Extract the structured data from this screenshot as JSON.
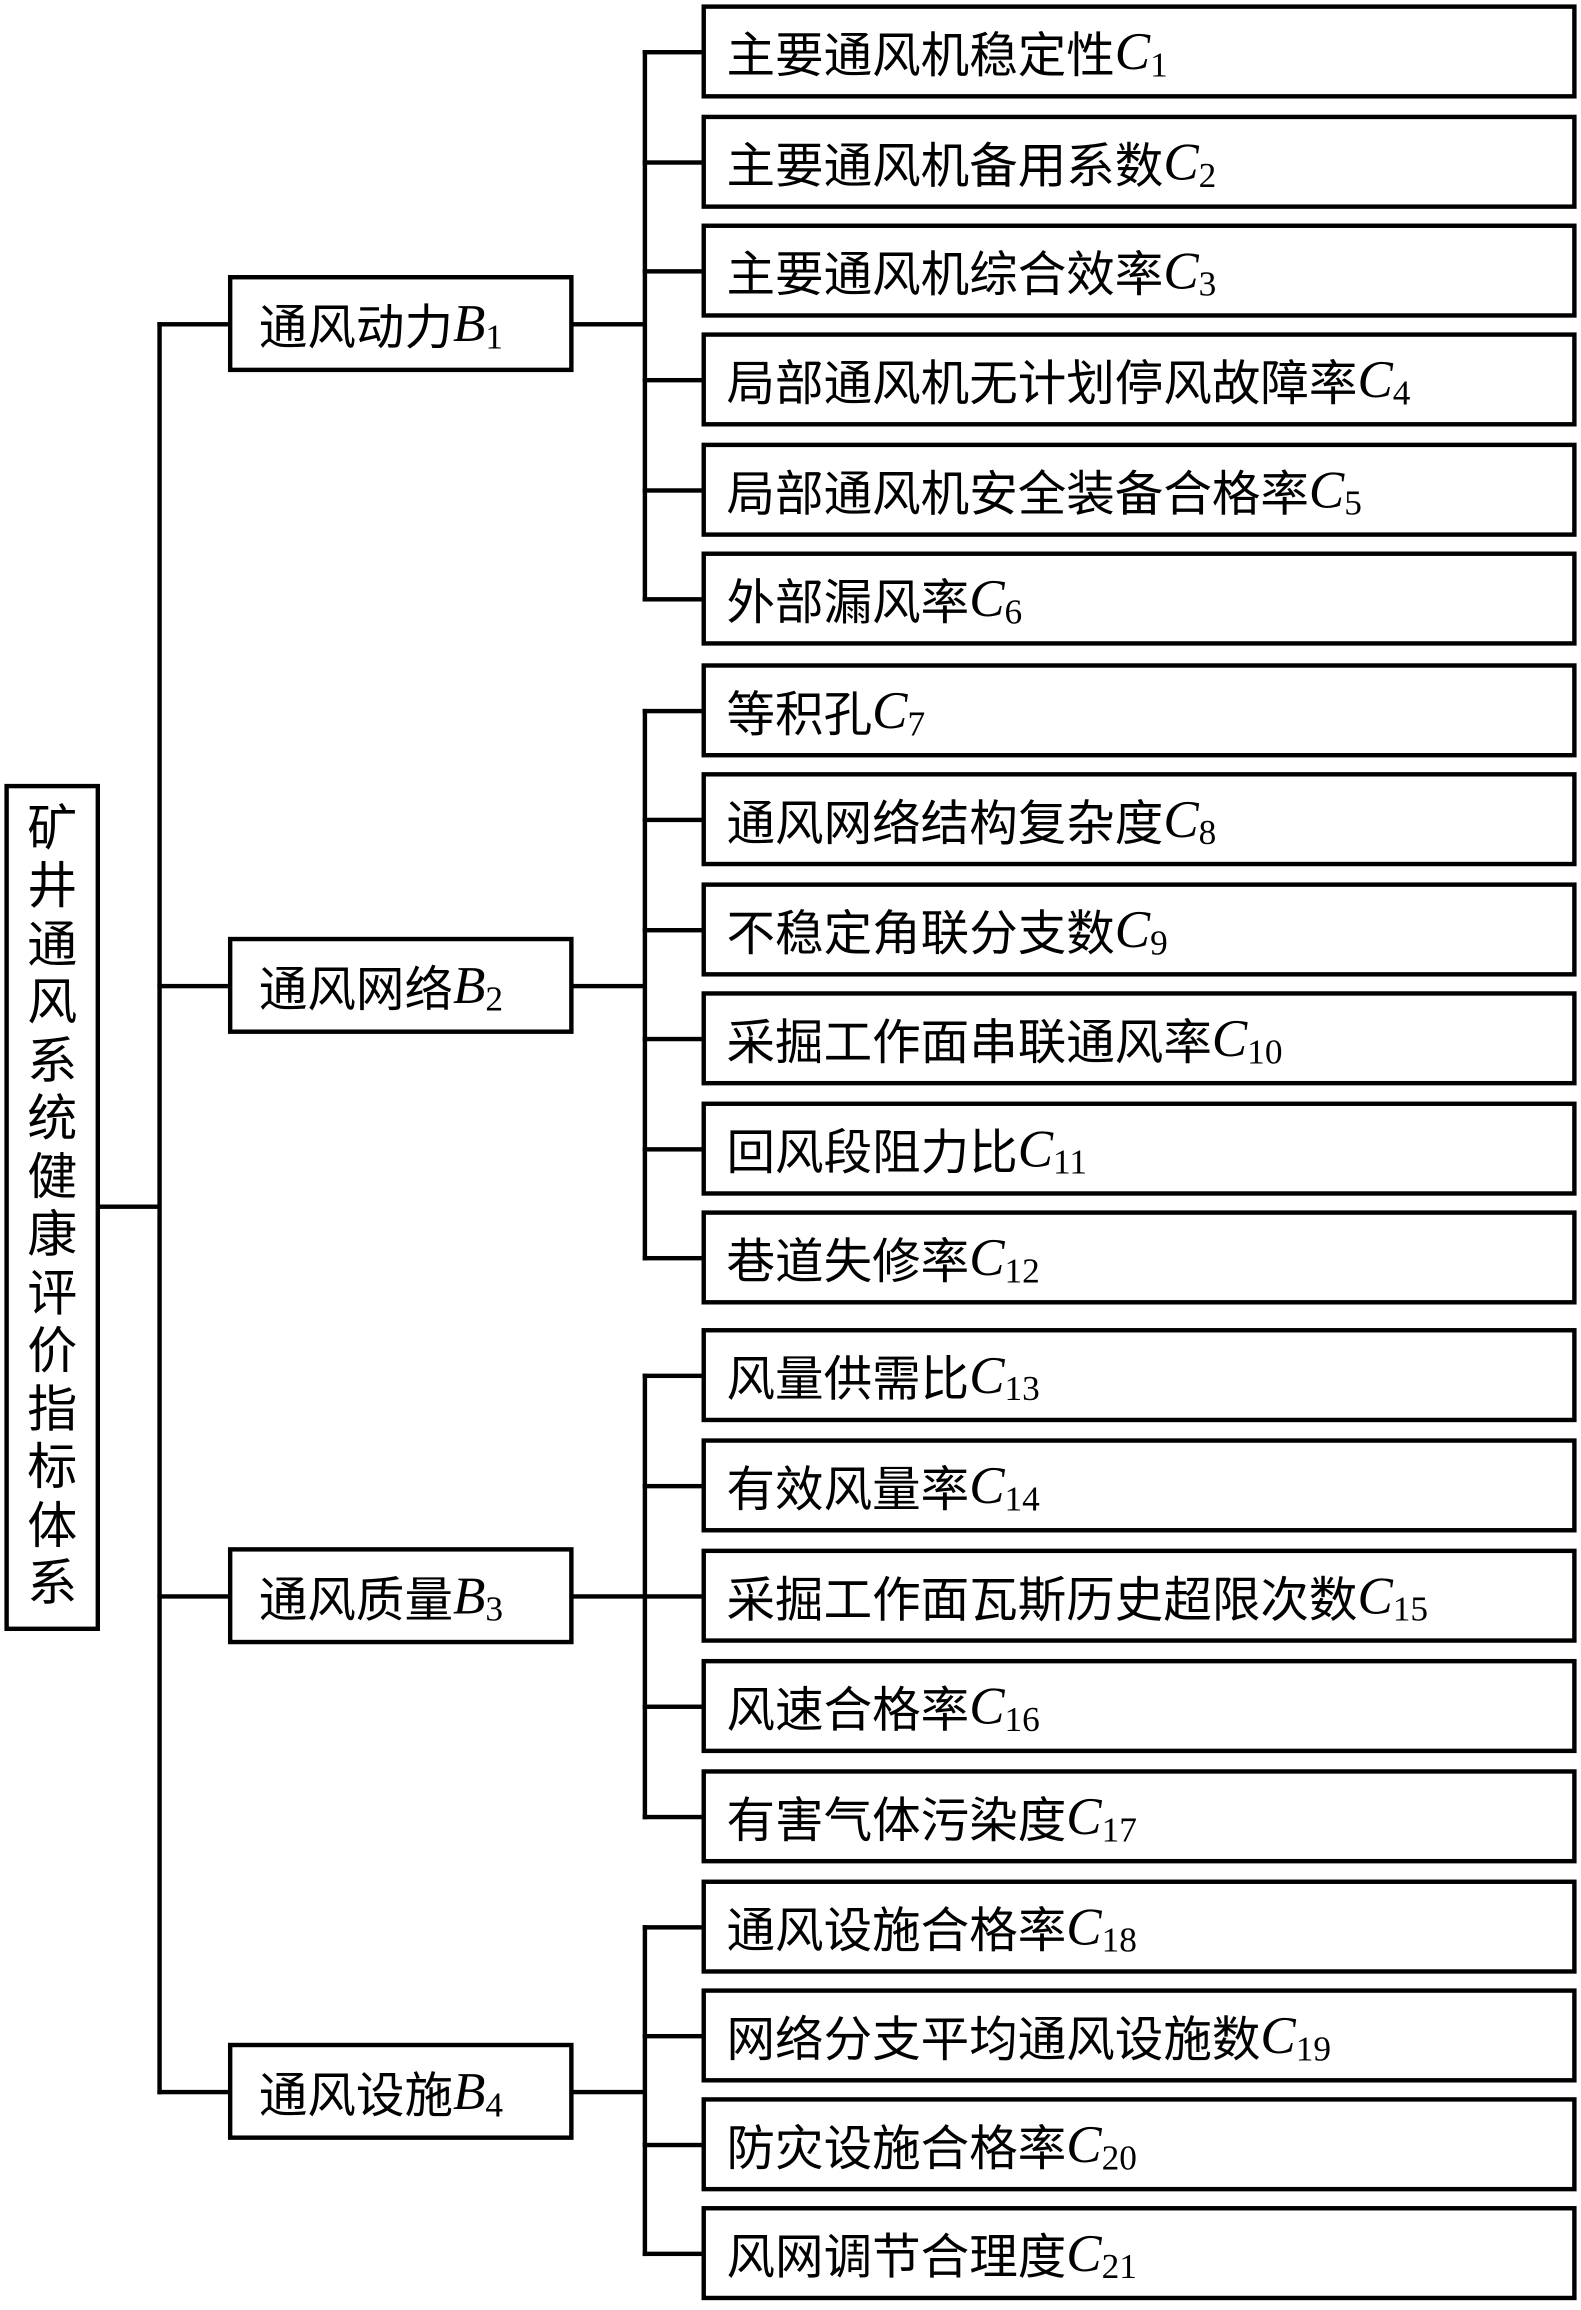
{
  "root": {
    "label": "矿井通风系统健康评价指标体系"
  },
  "groups": [
    {
      "label": "通风动力",
      "var": "B",
      "sub": "1",
      "items": [
        {
          "label": "主要通风机稳定性",
          "var": "C",
          "sub": "1"
        },
        {
          "label": "主要通风机备用系数",
          "var": "C",
          "sub": "2"
        },
        {
          "label": "主要通风机综合效率",
          "var": "C",
          "sub": "3"
        },
        {
          "label": "局部通风机无计划停风故障率",
          "var": "C",
          "sub": "4"
        },
        {
          "label": "局部通风机安全装备合格率",
          "var": "C",
          "sub": "5"
        },
        {
          "label": "外部漏风率",
          "var": "C",
          "sub": "6"
        }
      ]
    },
    {
      "label": "通风网络",
      "var": "B",
      "sub": "2",
      "items": [
        {
          "label": "等积孔",
          "var": "C",
          "sub": "7"
        },
        {
          "label": "通风网络结构复杂度",
          "var": "C",
          "sub": "8"
        },
        {
          "label": "不稳定角联分支数",
          "var": "C",
          "sub": "9"
        },
        {
          "label": "采掘工作面串联通风率",
          "var": "C",
          "sub": "10"
        },
        {
          "label": "回风段阻力比",
          "var": "C",
          "sub": "11"
        },
        {
          "label": "巷道失修率",
          "var": "C",
          "sub": "12"
        }
      ]
    },
    {
      "label": "通风质量",
      "var": "B",
      "sub": "3",
      "items": [
        {
          "label": "风量供需比",
          "var": "C",
          "sub": "13"
        },
        {
          "label": "有效风量率",
          "var": "C",
          "sub": "14"
        },
        {
          "label": "采掘工作面瓦斯历史超限次数",
          "var": "C",
          "sub": "15"
        },
        {
          "label": "风速合格率",
          "var": "C",
          "sub": "16"
        },
        {
          "label": "有害气体污染度",
          "var": "C",
          "sub": "17"
        }
      ]
    },
    {
      "label": "通风设施",
      "var": "B",
      "sub": "4",
      "items": [
        {
          "label": "通风设施合格率",
          "var": "C",
          "sub": "18"
        },
        {
          "label": "网络分支平均通风设施数",
          "var": "C",
          "sub": "19"
        },
        {
          "label": "防灾设施合格率",
          "var": "C",
          "sub": "20"
        },
        {
          "label": "风网调节合理度",
          "var": "C",
          "sub": "21"
        }
      ]
    }
  ]
}
